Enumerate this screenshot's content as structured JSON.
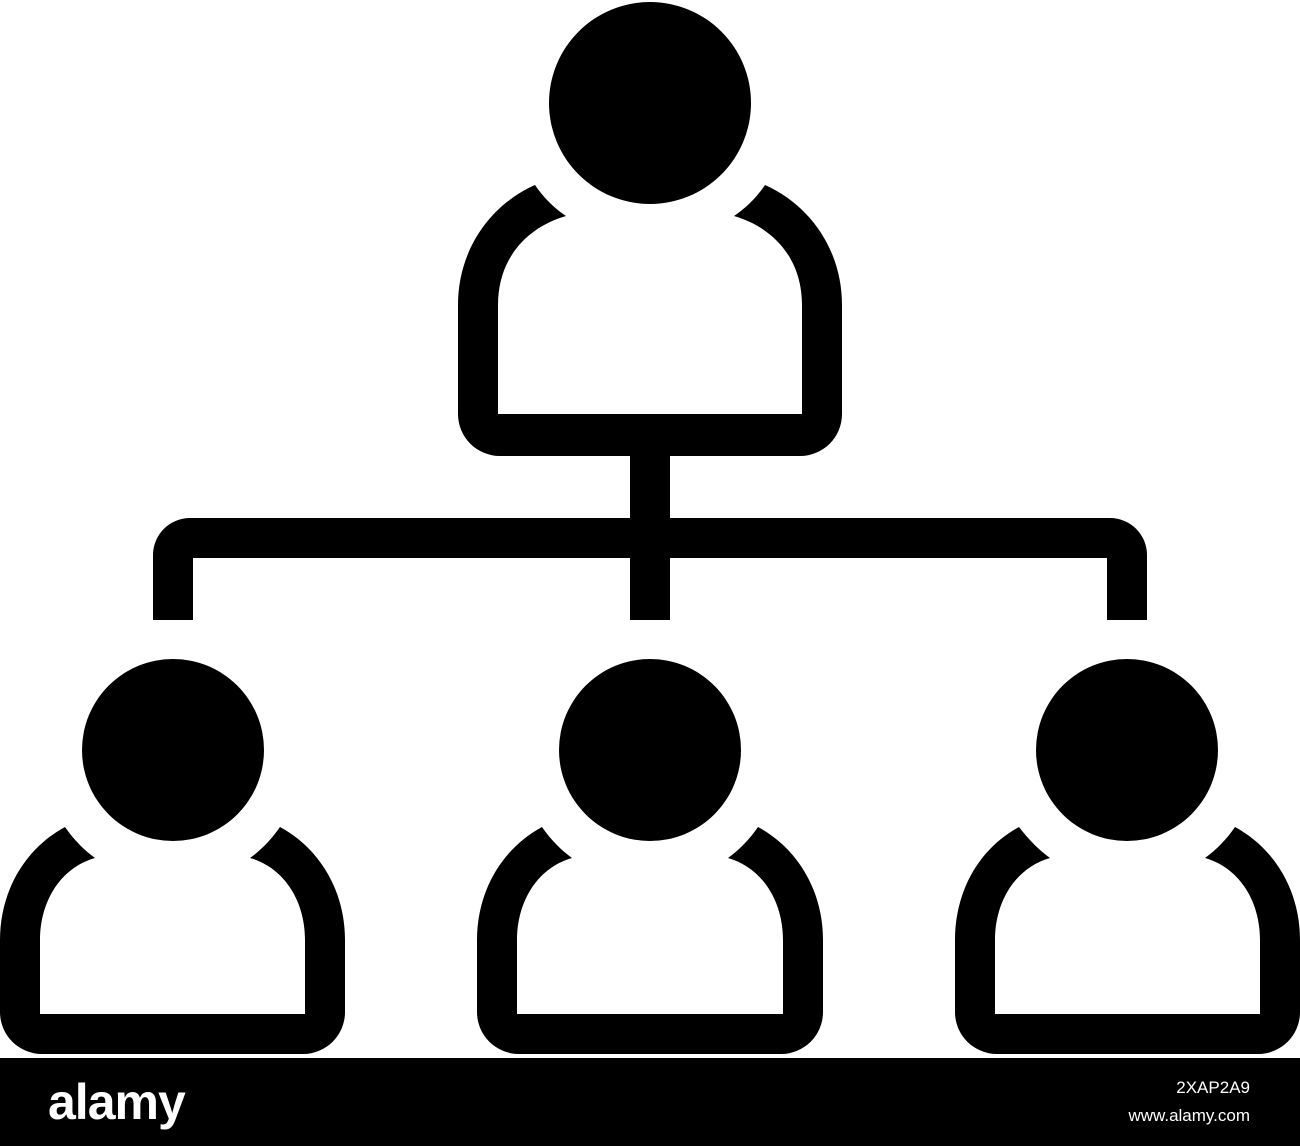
{
  "icon": {
    "name": "org-chart-icon",
    "color": "#000000",
    "background": "#ffffff",
    "people_count": 4
  },
  "watermark": {
    "logo_text": "alamy",
    "image_id": "2XAP2A9",
    "url": "www.alamy.com",
    "bar_color": "#000000",
    "text_color": "#ffffff"
  }
}
